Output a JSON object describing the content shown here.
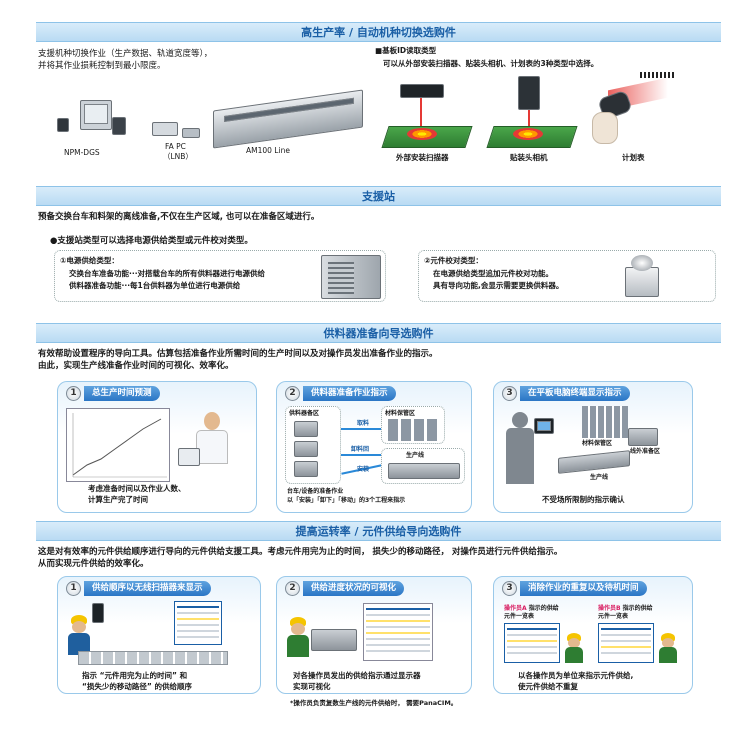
{
  "sec1": {
    "title": "高生产率 / 自动机种切换选购件",
    "desc1": "支援机种切换作业（生产数据、轨道宽度等），",
    "desc2": "并将其作业损耗控制到最小限度。",
    "ngds": "NPM-DGS",
    "fapc1": "FA PC",
    "fapc2": "（LNB）",
    "am100": "AM100 Line",
    "id_title": "■基板ID读取类型",
    "id_desc": "可以从外部安装扫描器、贴装头相机、计划表的3种类型中选择。",
    "cap_scanner": "外部安装扫描器",
    "cap_camera": "贴装头相机",
    "cap_schedule": "计划表"
  },
  "sec2": {
    "title": "支援站",
    "desc": "预备交换台车和料架的离线准备,不仅在生产区域, 也可以在准备区域进行。",
    "bullet": "●支援站类型可以选择电源供给类型或元件校对类型。",
    "box1_title": "①电源供给类型：",
    "box1_l1": "交换台车准备功能···对搭载台车的所有供料器进行电源供给",
    "box1_l2": "供料器准备功能···每1台供料器为单位进行电源供给",
    "box2_title": "②元件校对类型：",
    "box2_l1": "在电源供给类型追加元件校对功能。",
    "box2_l2": "具有导向功能,会显示需要更换供料器。"
  },
  "sec3": {
    "title": "供料器准备向导选购件",
    "desc1": "有效帮助设置程序的导向工具。估算包括准备作业所需时间的生产时间以及对操作员发出准备作业的指示。",
    "desc2": "由此，实现生产线准备作业时间的可视化、效率化。",
    "p1_num": "1",
    "p1_title": "总生产时间预测",
    "p1_cap1": "考虑准备时间以及作业人数、",
    "p1_cap2": "计算生产完了时间",
    "p2_num": "2",
    "p2_title": "供料器准备作业指示",
    "p2_area_feeder": "供料器备区",
    "p2_area_storage": "材料保管区",
    "p2_take": "取料",
    "p2_back": "卸料回",
    "p2_install": "安装",
    "p2_line": "生产线",
    "p2_cap1": "台车/设备的准备作业",
    "p2_cap2": "以「安装」「卸下」「移动」的3个工程来指示",
    "p3_num": "3",
    "p3_title": "在平板电脑终端显示指示",
    "p3_storage": "材料保管区",
    "p3_outside": "线外准备区",
    "p3_line": "生产线",
    "p3_cap": "不受场所限制的指示确认"
  },
  "sec4": {
    "title": "提高运转率 / 元件供给导向选购件",
    "desc1": "这是对有效率的元件供给顺序进行导向的元件供给支援工具。考虑元件用完为止的时间， 损失少的移动路径， 对操作员进行元件供给指示。",
    "desc2": "从而实现元件供给的效率化。",
    "p1_num": "1",
    "p1_title": "供给顺序以无线扫描器来显示",
    "p1_cap1": "指示 “元件用完为止的时间” 和",
    "p1_cap2": "“损失少的移动路径” 的供给顺序",
    "p2_num": "2",
    "p2_title": "供给进度状况的可视化",
    "p2_cap1": "对各操作员发出的供给指示通过显示器",
    "p2_cap2": "实现可视化",
    "p3_num": "3",
    "p3_title": "消除作业的重复以及待机时间",
    "p3_opA_hl": "操作员A",
    "p3_opA_rest": " 指示的供给",
    "p3_opA_l2": "元件一览表",
    "p3_opB_hl": "操作员B",
    "p3_opB_rest": " 指示的供给",
    "p3_opB_l2": "元件一览表",
    "p3_cap1": "以各操作员为单位来指示元件供给,",
    "p3_cap2": "使元件供给不重复",
    "footnote": "*操作员负责复数生产线的元件供给时， 需要PanaCIM。"
  },
  "colors": {
    "accent": "#1a5fa6",
    "pill": "#2a75c5",
    "highlight": "#d81b60"
  }
}
